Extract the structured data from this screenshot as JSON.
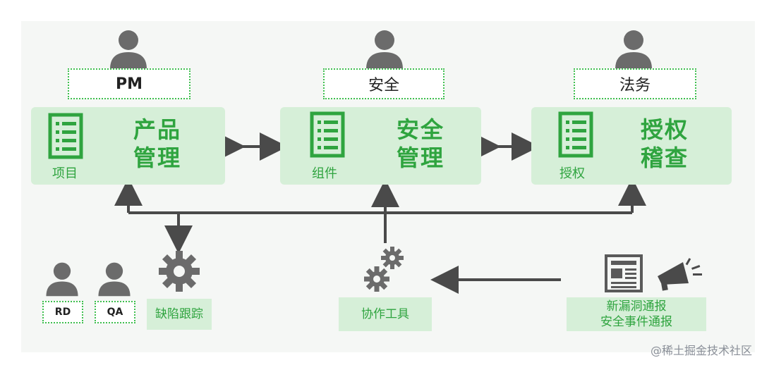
{
  "roles": {
    "pm": "PM",
    "security": "安全",
    "legal": "法务"
  },
  "panels": {
    "product": {
      "title_line1": "产品",
      "title_line2": "管理",
      "sub": "项目"
    },
    "security": {
      "title_line1": "安全",
      "title_line2": "管理",
      "sub": "组件"
    },
    "license": {
      "title_line1": "授权",
      "title_line2": "稽查",
      "sub": "授权"
    }
  },
  "bottom": {
    "rd": "RD",
    "qa": "QA",
    "defect_tracking": "缺陷跟踪",
    "collab_tools": "协作工具",
    "report_line1": "新漏洞通报",
    "report_line2": "安全事件通报"
  },
  "watermark": "@稀土掘金技术社区",
  "colors": {
    "accent": "#2fa43f",
    "panel_bg": "#d6efd8",
    "person": "#6b6b6b",
    "arrow": "#4a4a4a"
  },
  "icons": [
    "person-icon",
    "checklist-icon",
    "gear-icon",
    "gears-icon",
    "newspaper-icon",
    "megaphone-icon"
  ]
}
